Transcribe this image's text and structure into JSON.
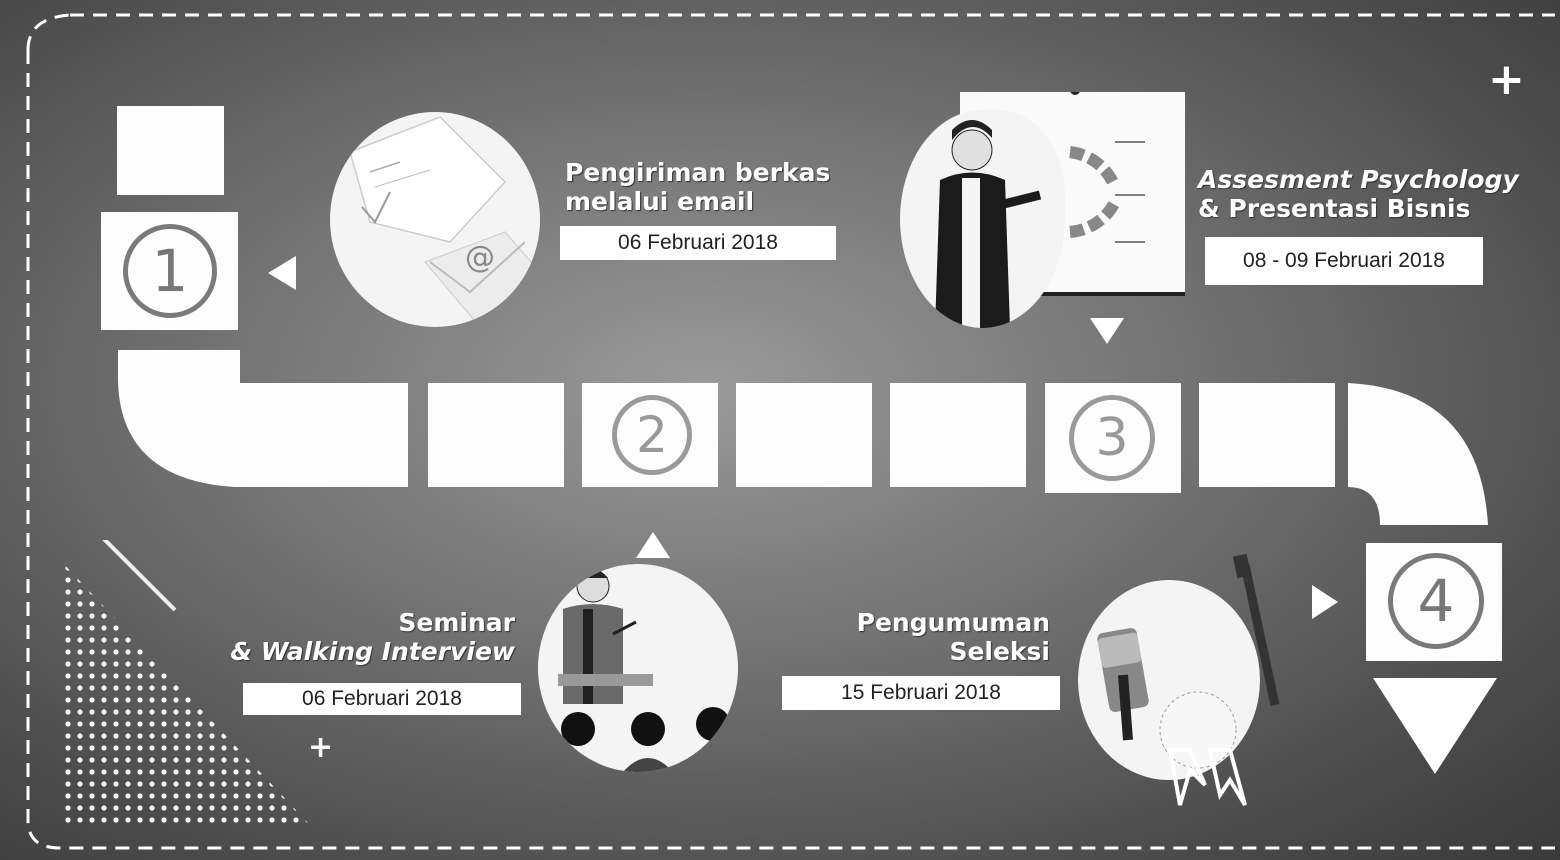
{
  "steps": [
    {
      "number": "1",
      "title_lines": [
        "Pengiriman berkas",
        "melalui email"
      ],
      "date": "06 Februari 2018"
    },
    {
      "number": "2",
      "title_lines": [
        "Seminar",
        "& Walking Interview"
      ],
      "date": "06 Februari 2018"
    },
    {
      "number": "3",
      "title_lines": [
        "Assesment Psychology",
        "& Presentasi Bisnis"
      ],
      "date": "08 - 09 Februari 2018"
    },
    {
      "number": "4",
      "title_lines": [
        "Pengumuman",
        "Seleksi"
      ],
      "date": "15 Februari 2018"
    }
  ],
  "decorations": {
    "plus_sign": "+",
    "email_symbol": "@"
  },
  "colors": {
    "path": "#fdfdfd",
    "background": "#6e6e6e",
    "text": "#ffffff"
  },
  "icons": [
    "email-envelope-icon",
    "presenter-board-icon",
    "speaker-audience-icon",
    "certificate-scroll-icon"
  ]
}
